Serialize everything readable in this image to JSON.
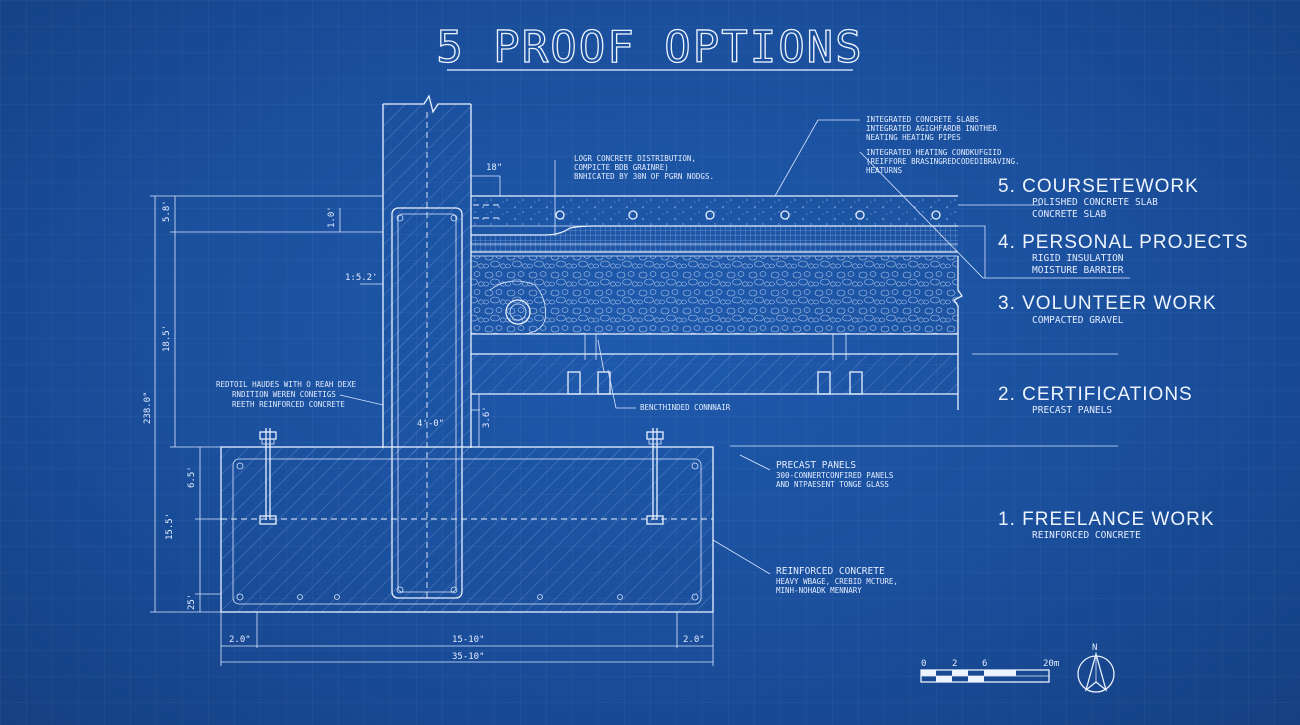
{
  "title": "5 PROOF OPTIONS",
  "options": [
    {
      "label": "5. COURSETEWORK",
      "lines": [
        "POLISHED CONCRETE SLAB",
        "CONCRETE SLAB"
      ]
    },
    {
      "label": "4. PERSONAL PROJECTS",
      "lines": [
        "RIGID INSULATION",
        "MOISTURE BARRIER"
      ]
    },
    {
      "label": "3. VOLUNTEER WORK",
      "lines": [
        "COMPACTED GRAVEL"
      ]
    },
    {
      "label": "2. CERTIFICATIONS",
      "lines": [
        "PRECAST PANELS"
      ]
    },
    {
      "label": "1. FREELANCE WORK",
      "lines": [
        "REINFORCED CONCRETE"
      ]
    }
  ],
  "notes": {
    "slab_top": [
      "INTEGRATED CONCRETE SLABS",
      "INTEGRATED AGIGHFARDB INOTHER",
      "NEATING HEATING PIPES"
    ],
    "heating": [
      "INTEGRATED HEATING CONDKUFGIID",
      "(REIFFORE BRASINGREDCODEDIBRAVING.",
      "HEATURNS"
    ],
    "load": [
      "LOGR CONCRETE DISTRIBUTION,",
      "COMPICTE BDB GRAINRE)",
      "BNHICATED BY 30N OF PGRN NODGS."
    ],
    "wall": [
      "REDTOIL HAUDES WITH O REAH DEXE",
      "RNDITION WEREN CONETIGS",
      "REETH REINFORCED CONCRETE"
    ],
    "connector": "BENCTHINDED CONNNAIR",
    "precast": [
      "PRECAST PANELS",
      "300-CONNERTCONFIRED PANELS",
      "AND NTPAESENT TONGE GLASS"
    ],
    "reinforced": [
      "REINFORCED CONCRETE",
      "HEAVY WBAGE, CREBID MCTURE,",
      "MINH-NOHADK MENNARY"
    ]
  },
  "dimensions": {
    "top_18": "18\"",
    "left_5_8": "5.8'",
    "left_1_0": "1.0'",
    "ratio": "1:5.2'",
    "left_18_5": "18.5'",
    "total_238": "238.0\"",
    "left_6_5": "6.5'",
    "left_15_5": "15.5'",
    "left_25": "25'",
    "wall_4_0": "4'-0\"",
    "gap_3_6": "3.6'",
    "bottom_2_0_left": "2.0\"",
    "bottom_15_10": "15-10\"",
    "bottom_2_0_right": "2.0\"",
    "bottom_35_10": "35-10\""
  },
  "scale_bar": {
    "ticks": [
      "0",
      "2",
      "6",
      "20m"
    ]
  },
  "north": "N",
  "colors": {
    "background": "#1a4f9c",
    "line": "#e9f1ff"
  }
}
